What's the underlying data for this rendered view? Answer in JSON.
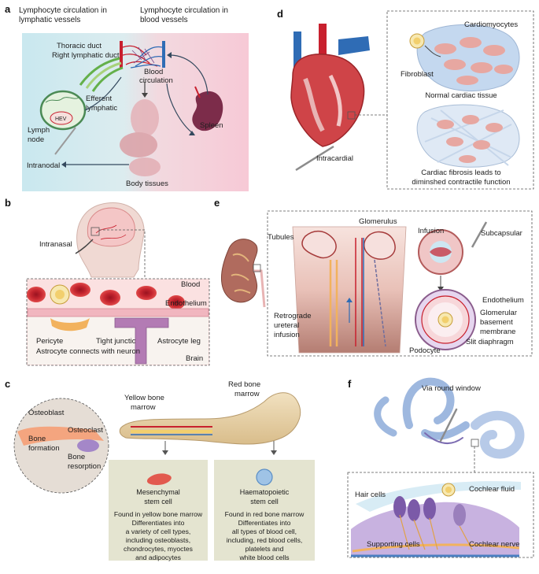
{
  "panels": {
    "a": {
      "letter": "a",
      "lymphatic_title": [
        "Lymphocyte circulation in",
        "lymphatic vessels"
      ],
      "blood_title": [
        "Lymphocyte circulation in",
        "blood vessels"
      ],
      "thoracic_duct": "Thoracic duct",
      "right_lymphatic_duct": "Right lymphatic duct",
      "blood_circulation": [
        "Blood",
        "circulation"
      ],
      "efferent_lymphatic": [
        "Efferent",
        "lymphatic"
      ],
      "hev": "HEV",
      "lymph_node": [
        "Lymph",
        "node"
      ],
      "spleen": "Spleen",
      "intranodal": "Intranodal",
      "body_tissues": "Body tissues"
    },
    "b": {
      "letter": "b",
      "intranasal": "Intranasal",
      "blood": "Blood",
      "endothelium": "Endothelium",
      "pericyte": "Pericyte",
      "tight_junctions": "Tight junctions",
      "astrocyte_leg": "Astrocyte leg",
      "astrocyte_neuron": "Astrocyte connects with neuron",
      "brain": "Brain"
    },
    "c": {
      "letter": "c",
      "osteoblast": "Osteoblast",
      "osteoclast": "Osteoclast",
      "bone_formation": [
        "Bone",
        "formation"
      ],
      "bone_resorption": [
        "Bone",
        "resorption"
      ],
      "yellow_marrow": [
        "Yellow bone",
        "marrow"
      ],
      "red_marrow": [
        "Red bone",
        "marrow"
      ],
      "msc_box": [
        "Mesenchymal",
        "stem cell",
        "",
        "Found in yellow bone marrow",
        "Differentiates into",
        "a variety of cell types,",
        "including osteoblasts,",
        "chondrocytes, myoctes",
        "and adipocytes"
      ],
      "hsc_box": [
        "Haematopoietic",
        "stem cell",
        "",
        "Found in red bone marrow",
        "Differentiates into",
        "all types of blood cell,",
        "including, red blood cells,",
        "platelets and",
        "white blood cells"
      ]
    },
    "d": {
      "letter": "d",
      "cardiomyocytes": "Cardiomyocytes",
      "fibroblast": "Fibroblast",
      "normal_tissue": "Normal cardiac tissue",
      "fibrosis": [
        "Cardiac fibrosis leads to",
        "diminshed contractile function"
      ],
      "intracardial": "Intracardial"
    },
    "e": {
      "letter": "e",
      "tubules": "Tubules",
      "glomerulus": "Glomerulus",
      "infusion": "Infusion",
      "subcapsular": "Subcapsular",
      "retrograde": [
        "Retrograde",
        "ureteral",
        "infusion"
      ],
      "endothelium": "Endothelium",
      "gbm": [
        "Glomerular",
        "basement",
        "membrane"
      ],
      "slit_diaphragm": "Slit diaphragm",
      "podocyte": "Podocyte"
    },
    "f": {
      "letter": "f",
      "round_window": "Via round window",
      "cochlear_fluid": "Cochlear fluid",
      "hair_cells": "Hair cells",
      "supporting_cells": "Supporting cells",
      "cochlear_nerve": "Cochlear nerve"
    }
  },
  "colors": {
    "lymph_bg": "#c9e6f0",
    "blood_bg": "#f6cfd8",
    "box_bg": "#e4e4d0",
    "artery": "#c8202e",
    "vein": "#2f6cb5",
    "bone": "#e8d4ad"
  }
}
